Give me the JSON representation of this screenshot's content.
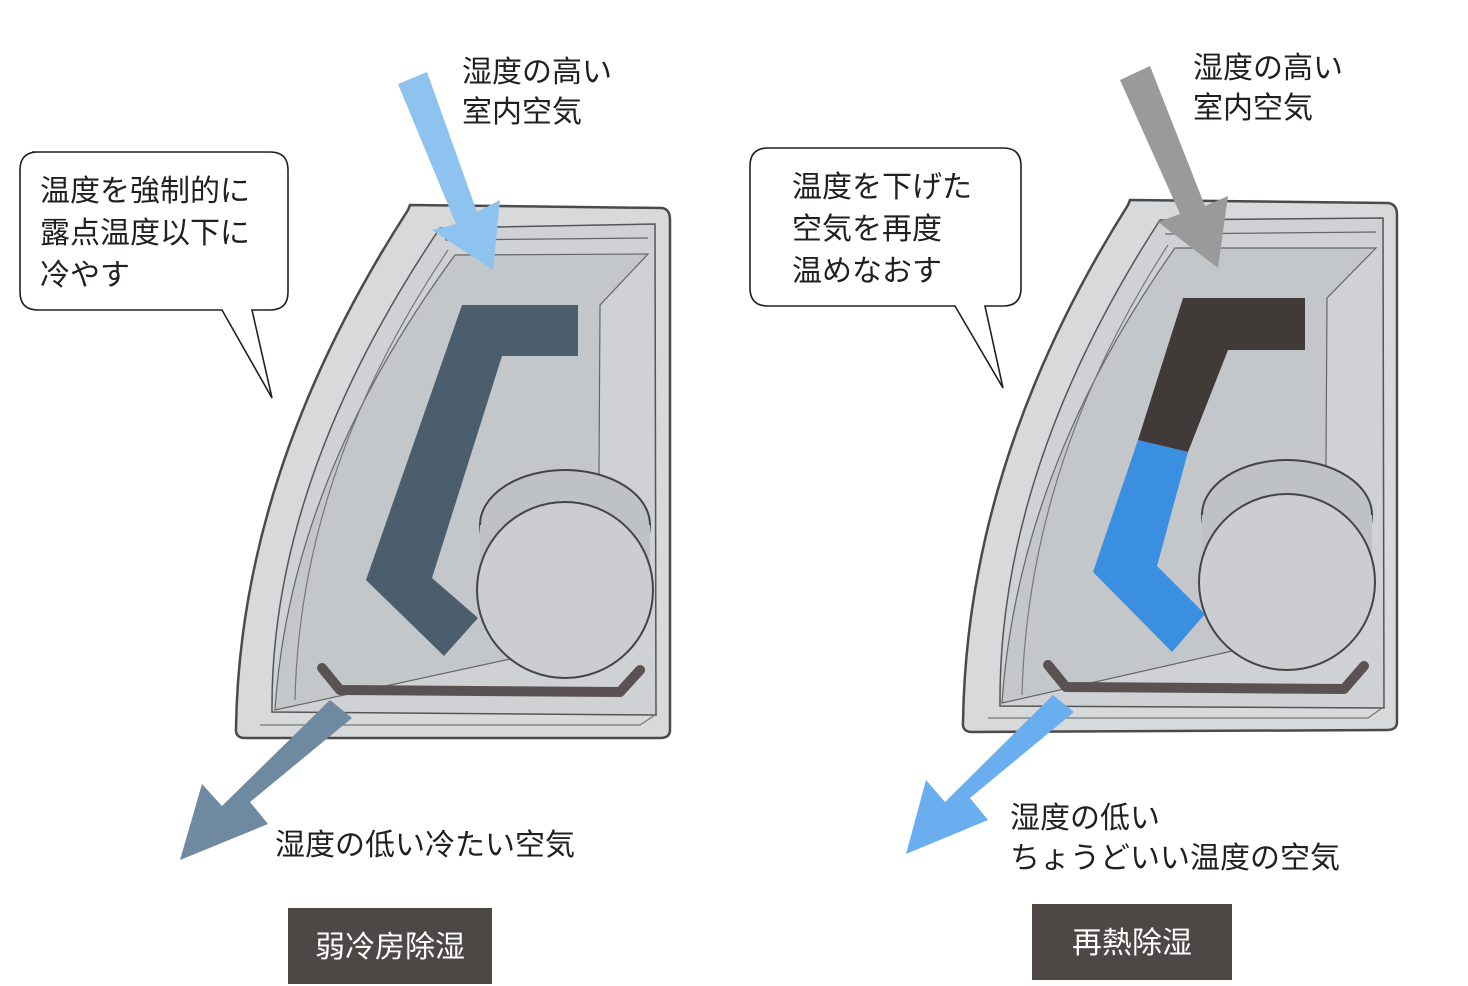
{
  "colors": {
    "unit_outer": "#d6d8da",
    "unit_inner": "#cfd1d3",
    "unit_stroke": "#4a4a4a",
    "cool_arrow_in": "#8ec2ef",
    "cool_arrow_out": "#6f8aa0",
    "cold_coil": "#4b5e6e",
    "hot_coil": "#403a38",
    "reheat_blue": "#3a8fe0",
    "reheat_arrow_in": "#9a9a9a",
    "reheat_arrow_out": "#6aaef0",
    "tray": "#5a5252",
    "caption_bg": "#4d4746"
  },
  "left": {
    "in_label": [
      "湿度の高い",
      "室内空気"
    ],
    "callout": [
      "温度を強制的に",
      "露点温度以下に",
      "冷やす"
    ],
    "out_label": [
      "湿度の低い冷たい空気"
    ],
    "caption": "弱冷房除湿"
  },
  "right": {
    "in_label": [
      "湿度の高い",
      "室内空気"
    ],
    "callout": [
      "温度を下げた",
      "空気を再度",
      "温めなおす"
    ],
    "out_label": [
      "湿度の低い",
      "ちょうどいい温度の空気"
    ],
    "caption": "再熱除湿"
  }
}
